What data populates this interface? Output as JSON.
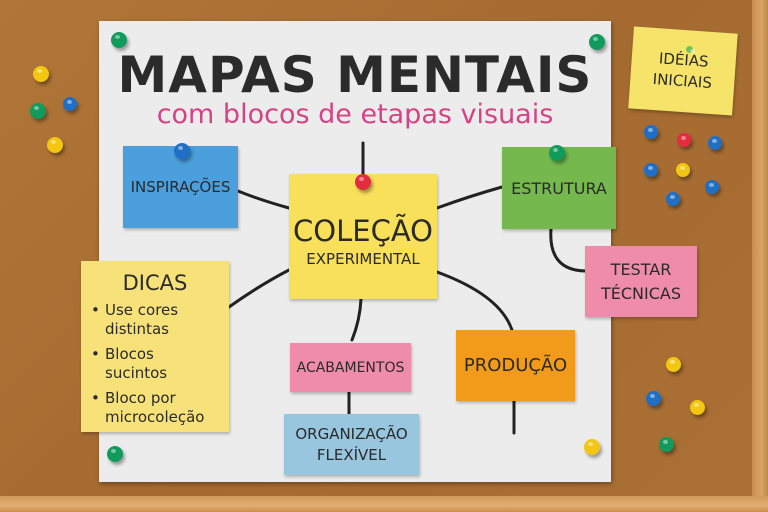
{
  "header": {
    "title": "MAPAS MENTAIS",
    "subtitle": "com blocos de etapas visuais"
  },
  "colors": {
    "cork": "#a86e34",
    "paper": "#ececec",
    "title": "#2b2b2b",
    "subtitle": "#d64385",
    "yellow_note": "#f8e05a",
    "blue_note": "#4a9fdc",
    "green_note": "#74b84e",
    "pink_note": "#f08cab",
    "orange_note": "#f29b1a",
    "lightblue_note": "#99c6df",
    "pale_yellow_note": "#f7e27a"
  },
  "notes": {
    "central": {
      "line1": "COLEÇÃO",
      "line2": "EXPERIMENTAL"
    },
    "inspiracoes": "INSPIRAÇÕES",
    "estrutura": "ESTRUTURA",
    "testar": {
      "line1": "TESTAR",
      "line2": "TÉCNICAS"
    },
    "acabamentos": "ACABAMENTOS",
    "producao": "PRODUÇÃO",
    "organizacao": {
      "line1": "ORGANIZAÇÃO",
      "line2": "FLEXÍVEL"
    },
    "ideias": {
      "line1": "IDÉIAS",
      "line2": "INICIAIS"
    },
    "dicas": {
      "title": "DICAS",
      "items": [
        "Use cores distintas",
        "Blocos sucintos",
        "Bloco por microcoleção"
      ]
    }
  }
}
